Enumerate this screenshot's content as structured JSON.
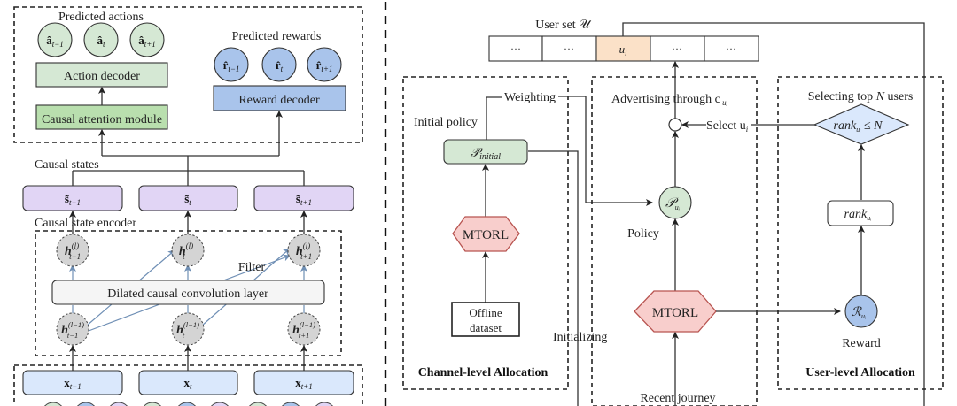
{
  "left_panel": {
    "predicted_actions_label": "Predicted actions",
    "actions": [
      "â_{t−1}",
      "â_t",
      "â_{t+1}"
    ],
    "action_decoder": "Action decoder",
    "causal_attention": "Causal attention module",
    "predicted_rewards_label": "Predicted rewards",
    "rewards": [
      "r̂_{t−1}",
      "r̂_t",
      "r̂_{t+1}"
    ],
    "reward_decoder": "Reward decoder",
    "causal_states_label": "Causal states",
    "states": [
      {
        "base": "s̃",
        "sub": "t−1"
      },
      {
        "base": "s̃",
        "sub": "t"
      },
      {
        "base": "s̃",
        "sub": "t+1"
      }
    ],
    "encoder_label": "Causal state encoder",
    "hidden_top": [
      {
        "base": "h",
        "sup": "(l)",
        "sub": "t−1"
      },
      {
        "base": "h",
        "sup": "(l)",
        "sub": "t"
      },
      {
        "base": "h",
        "sup": "(l)",
        "sub": "t+1"
      }
    ],
    "filter_label": "Filter",
    "conv_layer": "Dilated causal convolution layer",
    "hidden_bottom": [
      {
        "base": "h",
        "sup": "(l−1)",
        "sub": "t−1"
      },
      {
        "base": "h",
        "sup": "(l−1)",
        "sub": "t"
      },
      {
        "base": "h",
        "sup": "(l−1)",
        "sub": "t+1"
      }
    ],
    "inputs": [
      {
        "base": "x",
        "sub": "t−1"
      },
      {
        "base": "x",
        "sub": "t"
      },
      {
        "base": "x",
        "sub": "t+1"
      }
    ]
  },
  "right_panel": {
    "user_set_label": "User set 𝒰",
    "user_cells": [
      "···",
      "···",
      "u_i",
      "···",
      "···"
    ],
    "highlighted_cell": 2,
    "channel_box": {
      "title": "Channel-level Allocation",
      "initial_policy_label": "Initial policy",
      "p_initial": {
        "base": "𝒫",
        "sub": "initial"
      },
      "weighting_label": "Weighting",
      "mtorl": "MTORL",
      "offline_dataset": [
        "Offline",
        "dataset"
      ],
      "initializing_label": "Initializing"
    },
    "middle_box": {
      "advertising_label": "Advertising through c",
      "advertising_sub": "u_i",
      "select_label": "Select u",
      "select_sub": "i",
      "policy_node": {
        "base": "𝒫",
        "sub": "u_i"
      },
      "policy_label": "Policy",
      "mtorl": "MTORL",
      "recent_journey_label": "Recent  journey"
    },
    "user_box": {
      "title": "User-level Allocation",
      "selecting_label": "Selecting top N users",
      "condition": {
        "base": "rank",
        "sub": "u_i",
        "rest": " ≤ N"
      },
      "rank_node": {
        "base": "rank",
        "sub": "u_i"
      },
      "reward_node": {
        "base": "ℛ",
        "sub": "u_i"
      },
      "reward_label": "Reward"
    }
  },
  "colors": {
    "green_fill": "#d5e8d4",
    "green_strong": "#b9dfae",
    "green_stroke": "#5b7a56",
    "blue_fill": "#a9c4eb",
    "blue_light": "#dae8fc",
    "blue_stroke": "#4a6a96",
    "purple_fill": "#e1d5f5",
    "purple_stroke": "#7a6a9a",
    "gray_fill": "#d4d4d4",
    "conv_fill": "#f5f5f5",
    "orange_fill": "#fbe1c8",
    "red_fill": "#f8cecc",
    "red_stroke": "#b85450",
    "arrow_blue": "#6f8fb5"
  }
}
